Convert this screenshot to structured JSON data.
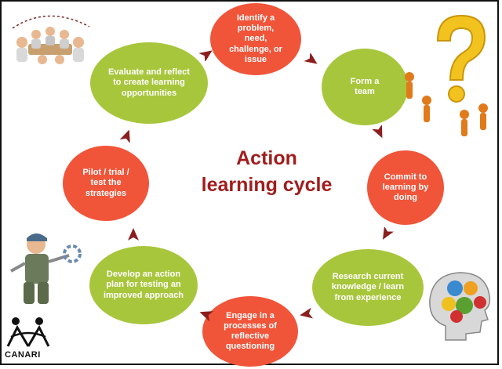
{
  "title": {
    "line1": "Action",
    "line2": "learning cycle"
  },
  "colors": {
    "red_node": "#f0553a",
    "green_node": "#a8c63c",
    "arrow": "#8b1e1e",
    "title": "#a11d1d"
  },
  "steps": [
    {
      "label": "Identify a problem, need, challenge, or issue",
      "color": "red"
    },
    {
      "label": "Form a team",
      "color": "green"
    },
    {
      "label": "Commit to learning by doing",
      "color": "red"
    },
    {
      "label": "Research current knowledge / learn from experience",
      "color": "green"
    },
    {
      "label": "Engage in a processes of reflective questioning",
      "color": "red"
    },
    {
      "label": "Develop an action plan for testing an improved approach",
      "color": "green"
    },
    {
      "label": "Pilot / trial / test the strategies",
      "color": "red"
    },
    {
      "label": "Evaluate and reflect to create learning opportunities",
      "color": "green"
    }
  ],
  "logo": {
    "text": "CANARI"
  },
  "icons": [
    "meeting-clipart-icon",
    "question-people-icon",
    "mechanic-clipart-icon",
    "gears-head-icon",
    "canari-logo-icon"
  ]
}
